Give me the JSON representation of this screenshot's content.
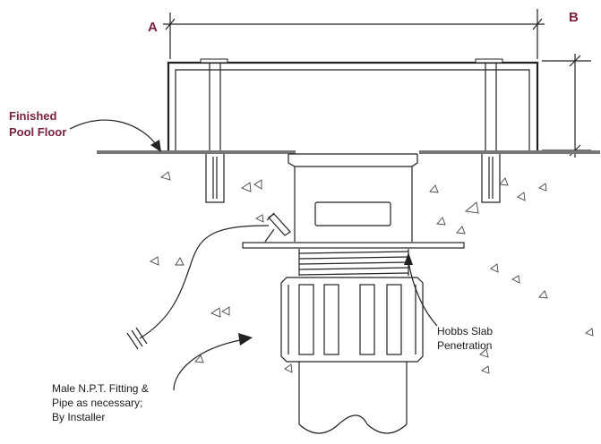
{
  "labels": {
    "dim_a": "A",
    "dim_b": "B",
    "finished_floor_line1": "Finished",
    "finished_floor_line2": "Pool Floor",
    "hobbs_line1": "Hobbs Slab",
    "hobbs_line2": "Penetration",
    "male_line1": "Male N.P.T. Fitting &",
    "male_line2": "Pipe as necessary;",
    "male_line3": "By Installer"
  },
  "colors": {
    "label_red": "#7a1f3d",
    "line": "#222222",
    "floor": "#777777"
  }
}
